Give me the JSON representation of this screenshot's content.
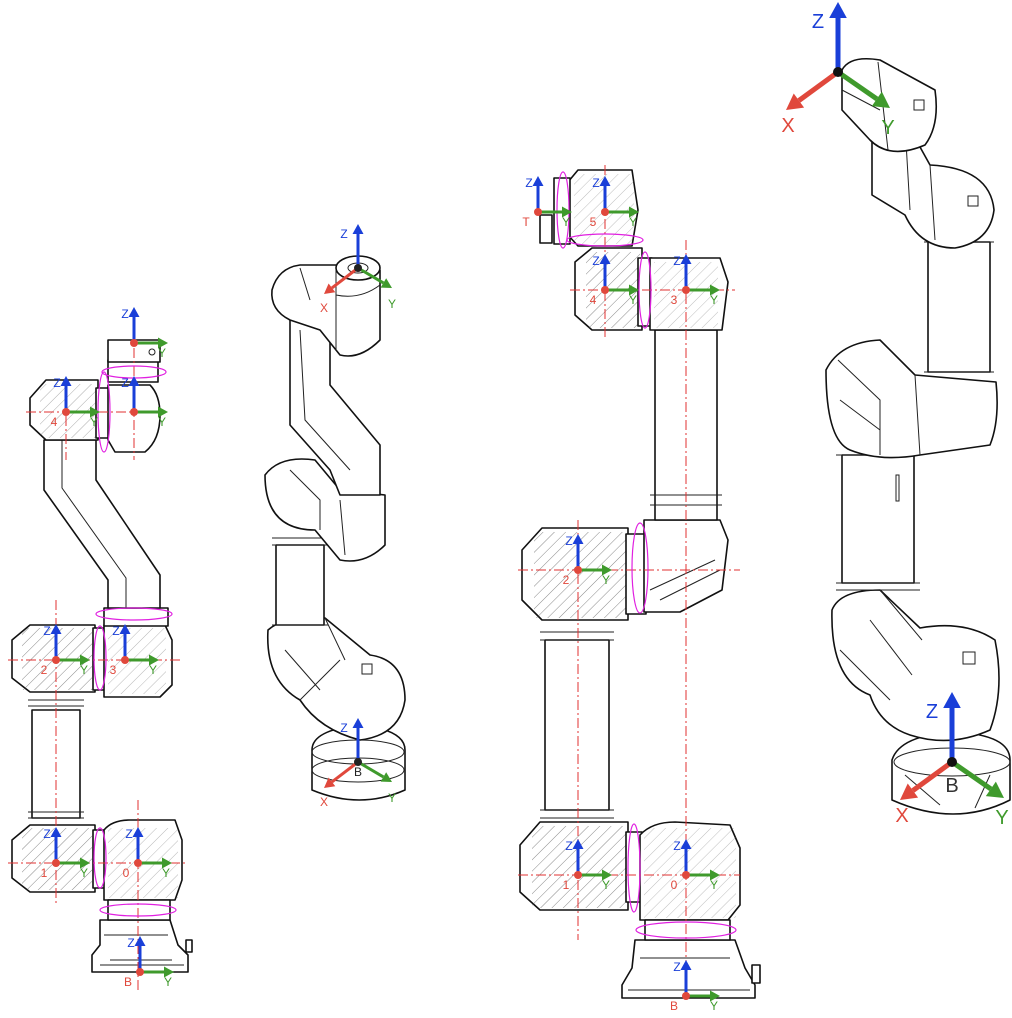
{
  "colors": {
    "x_axis": "#e0483c",
    "y_axis": "#3f9a2c",
    "z_axis": "#1a3fd8",
    "origin": "#e0483c",
    "rotation": "#e020e0",
    "centerline": "#e03030"
  },
  "axis_labels": {
    "x": "X",
    "y": "Y",
    "z": "Z"
  },
  "robot1": {
    "frames": [
      {
        "id": "B"
      },
      {
        "id": "1"
      },
      {
        "id": "0"
      },
      {
        "id": "2"
      },
      {
        "id": "3"
      },
      {
        "id": "4"
      },
      {
        "id": ""
      },
      {
        "id": ""
      }
    ]
  },
  "robot2": {
    "frames": [
      {
        "id": "B"
      },
      {
        "id": ""
      }
    ]
  },
  "robot3": {
    "frames": [
      {
        "id": "B"
      },
      {
        "id": "1"
      },
      {
        "id": "0"
      },
      {
        "id": "2"
      },
      {
        "id": "4"
      },
      {
        "id": "3"
      },
      {
        "id": "5"
      },
      {
        "id": "T"
      }
    ]
  },
  "robot4": {
    "frames": [
      {
        "id": "B"
      },
      {
        "id": ""
      }
    ]
  }
}
